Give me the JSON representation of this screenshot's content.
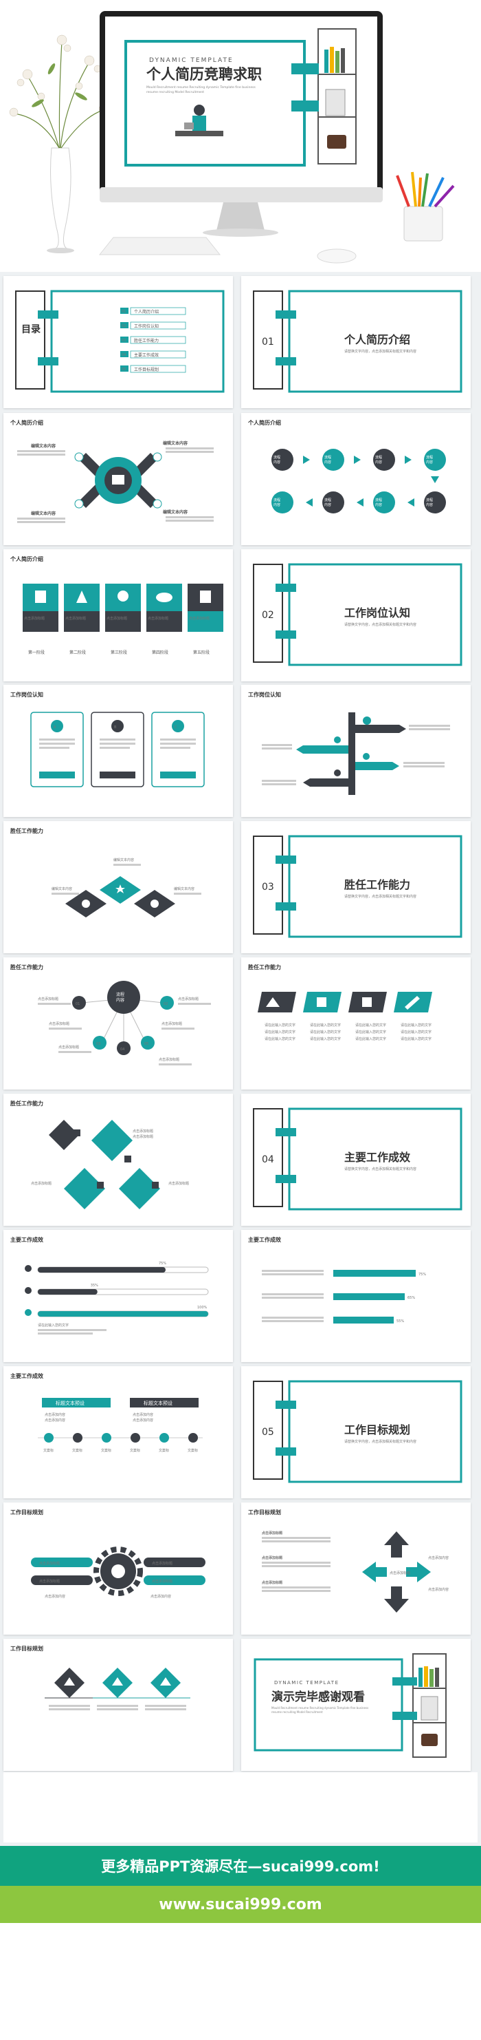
{
  "colors": {
    "accent": "#18a1a1",
    "dark": "#3b3f46",
    "green": "#10a37f",
    "lime": "#8dc63f"
  },
  "hero": {
    "dynamic": "DYNAMIC TEMPLATE",
    "title": "个人简历竞聘求职",
    "subtitle_line1": "Mould Recruitment resume Recruiting dynamic Template fine business",
    "subtitle_line2": "resume recruiting Model Recruitment"
  },
  "toc": {
    "heading": "目录",
    "items": [
      "个人简历介绍",
      "工作岗位认知",
      "胜任工作能力",
      "主要工作成效",
      "工作目标规划"
    ]
  },
  "sections": [
    {
      "num": "01",
      "title": "个人简历介绍",
      "desc": "请替换文字内容，点击添加相关标题文字和内容"
    },
    {
      "num": "02",
      "title": "工作岗位认知",
      "desc": "请替换文字内容，点击添加相关标题文字和内容"
    },
    {
      "num": "03",
      "title": "胜任工作能力",
      "desc": "请替换文字内容，点击添加相关标题文字和内容"
    },
    {
      "num": "04",
      "title": "主要工作成效",
      "desc": "请替换文字内容，点击添加相关标题文字和内容"
    },
    {
      "num": "05",
      "title": "工作目标规划",
      "desc": "请替换文字内容，点击添加相关标题文字和内容"
    }
  ],
  "titles": {
    "s1": "个人简历介绍",
    "s2": "工作岗位认知",
    "s3": "胜任工作能力",
    "s4": "主要工作成效",
    "s5": "工作目标规划"
  },
  "labels": {
    "edit": "编辑文本内容",
    "flow": "流程内容",
    "flow_two1": "流程",
    "flow_two2": "内容",
    "add": "点击添加标题",
    "add_title": "点击添加标题",
    "text_sample": "请在此输入您的文字",
    "stage": [
      "第一阶段",
      "第二阶段",
      "第三阶段",
      "第四阶段",
      "第五阶段"
    ],
    "edit_title": "编辑文本内容",
    "opt": "文案标",
    "add_content": "点击添加内容",
    "tab": "标题文本预设"
  },
  "badges": {
    "n01": "01",
    "n02": "02",
    "n03": "03",
    "n04": "04",
    "n05": "05",
    "a": "A",
    "b": "B",
    "c": "C",
    "d": "D"
  },
  "progress": {
    "values": [
      0.75,
      0.35,
      1.0
    ],
    "labels": [
      "75%",
      "35%",
      "100%"
    ]
  },
  "bars2": {
    "values": [
      0.75,
      0.65,
      0.55
    ],
    "labels": [
      "75%",
      "65%",
      "55%"
    ]
  },
  "ending": {
    "dynamic": "DYNAMIC TEMPLATE",
    "title": "演示完毕感谢观看",
    "sub1": "Mould Recruitment resume Recruiting dynamic Template fine business",
    "sub2": "resume recruiting Model Recruitment"
  },
  "banner": {
    "line1": "更多精品PPT资源尽在—sucai999.com!",
    "line2": "www.sucai999.com"
  }
}
